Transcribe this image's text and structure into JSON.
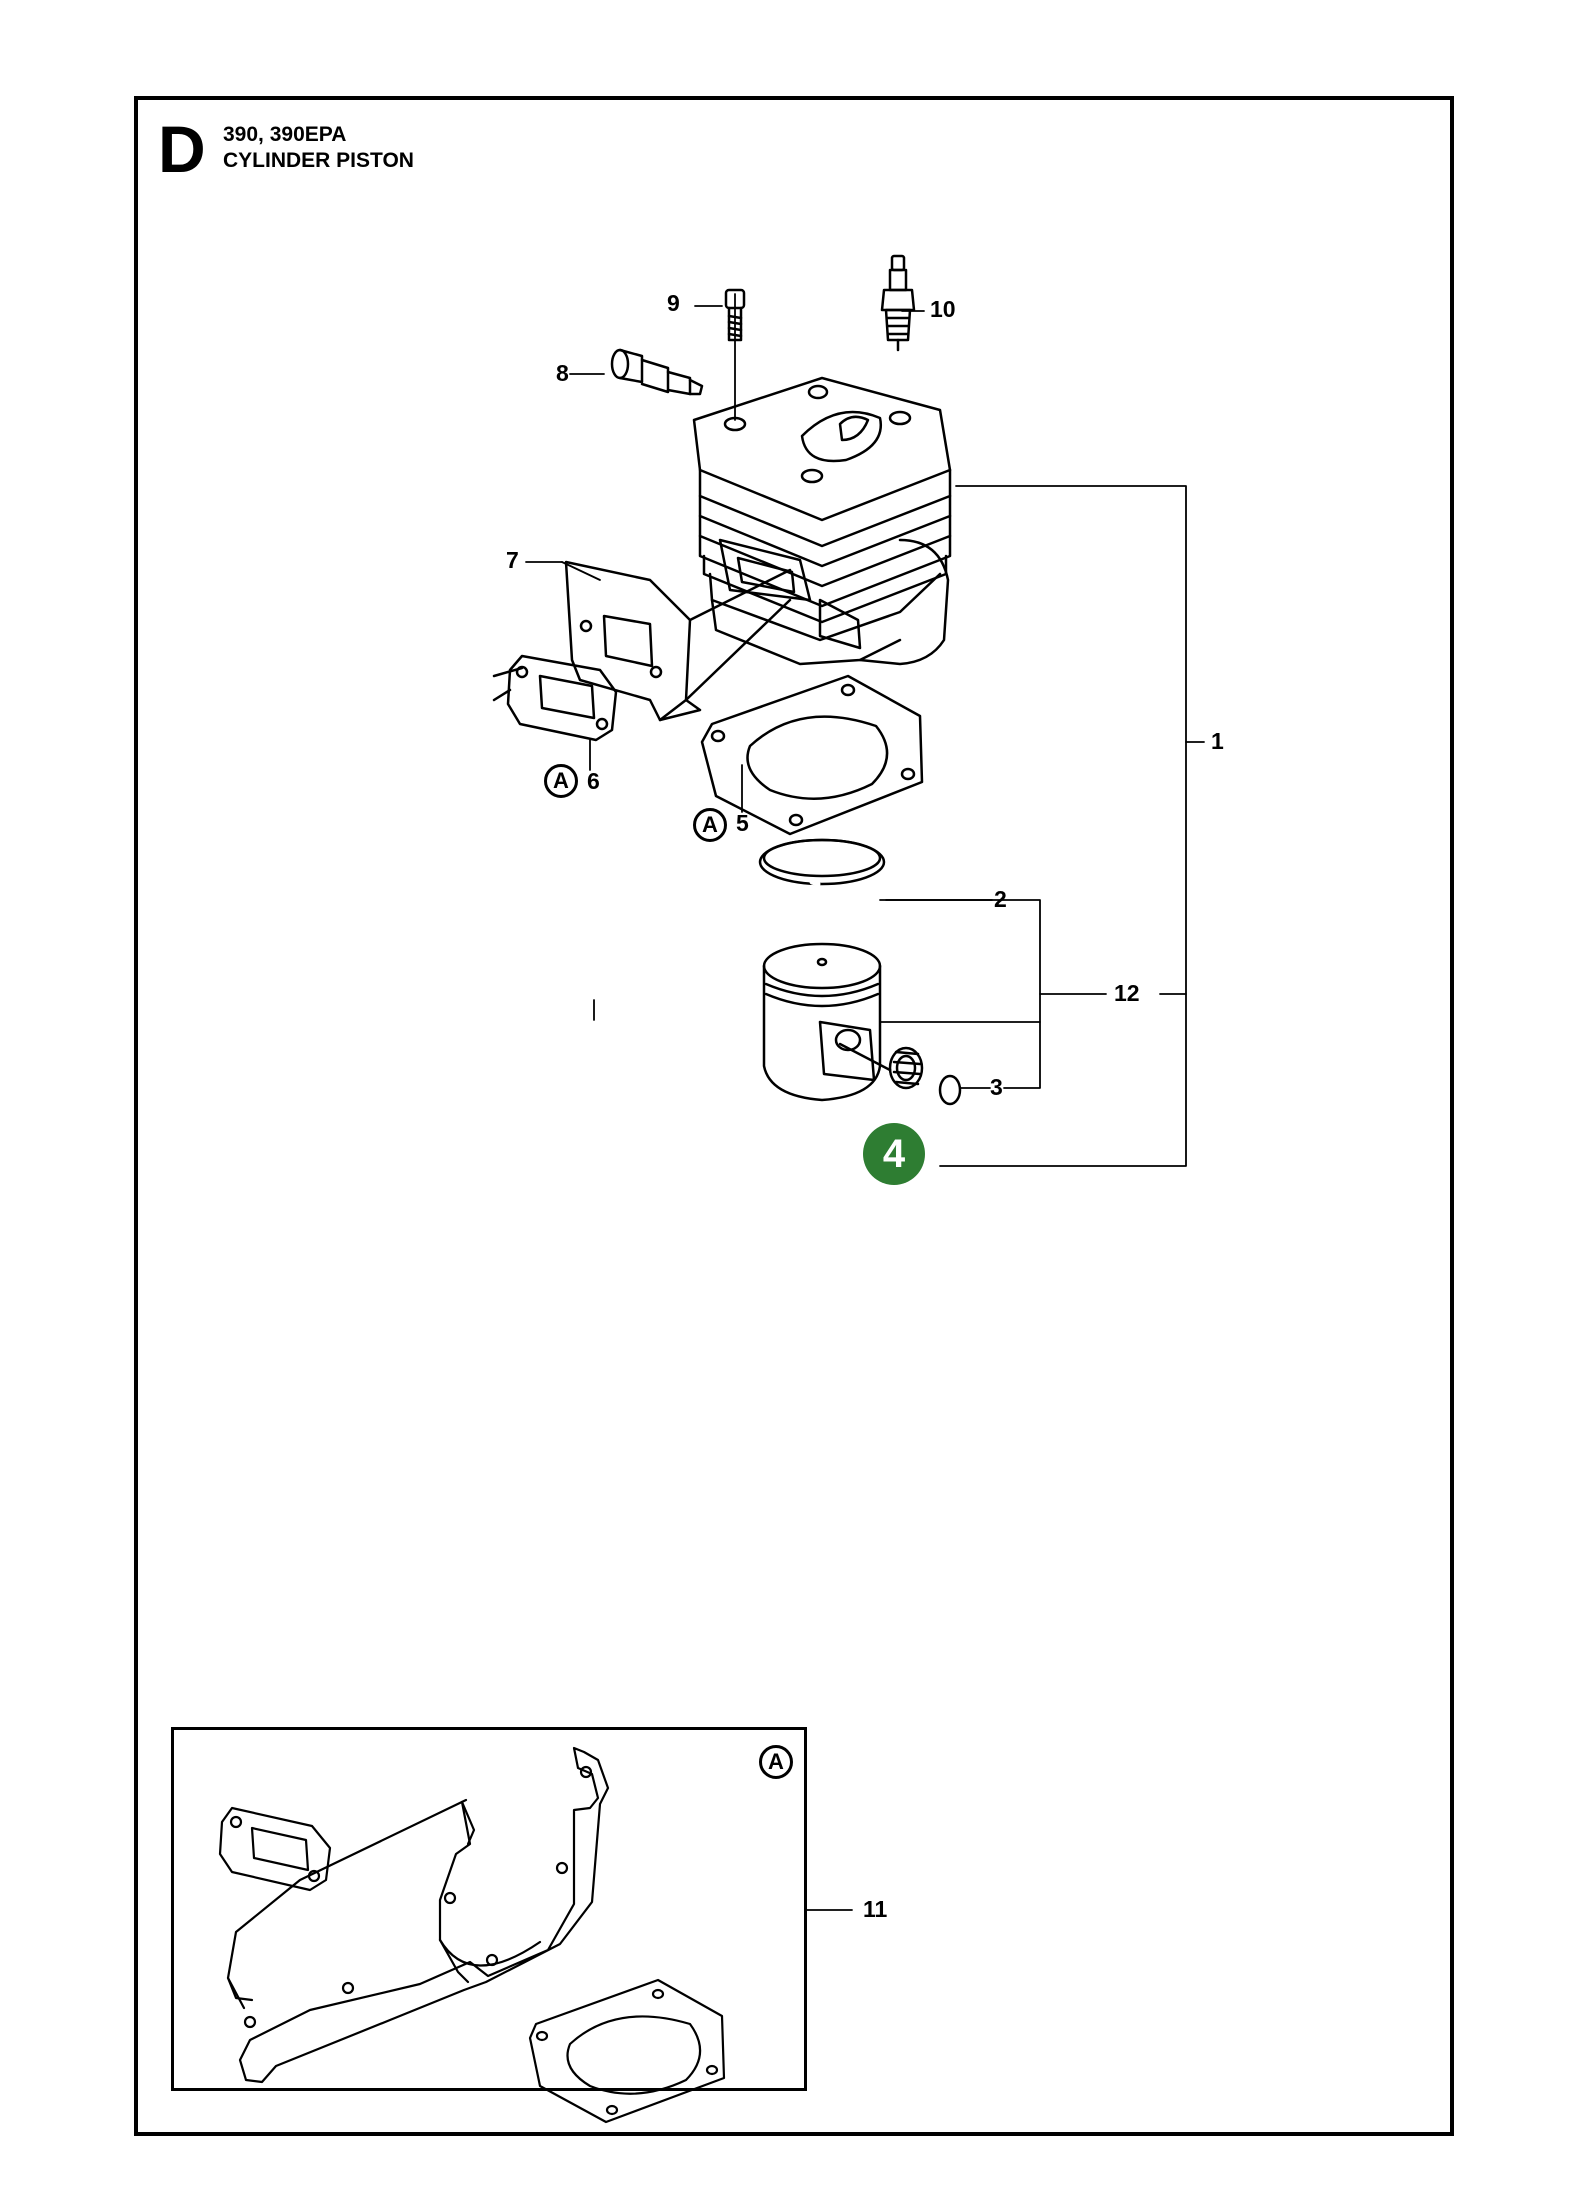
{
  "header": {
    "section_letter": "D",
    "models": "390, 390EPA",
    "title": "CYLINDER PISTON"
  },
  "callouts": {
    "c1": "1",
    "c2": "2",
    "c3": "3",
    "c4": "4",
    "c5": "5",
    "c6": "6",
    "c7": "7",
    "c8": "8",
    "c9": "9",
    "c10": "10",
    "c11": "11",
    "c12": "12"
  },
  "gasket_kit_marker": "A",
  "colors": {
    "highlight_badge": "#2e7d32",
    "line": "#000000"
  }
}
